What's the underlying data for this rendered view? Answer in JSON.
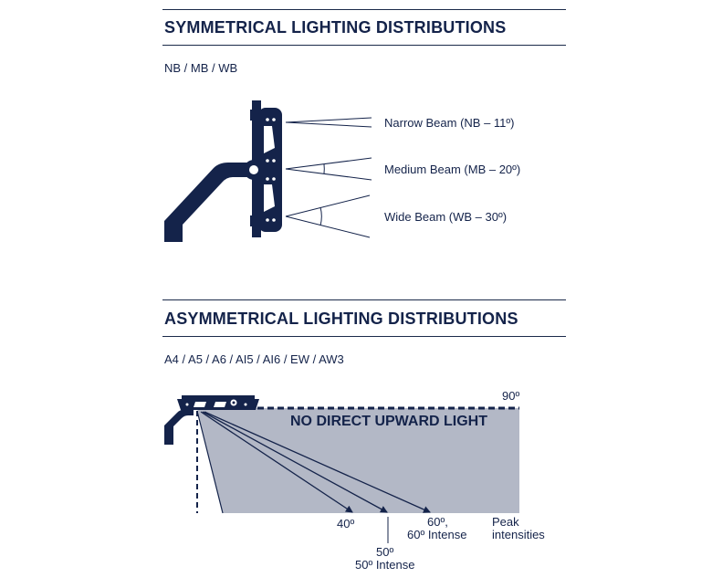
{
  "symmetrical": {
    "title": "SYMMETRICAL LIGHTING DISTRIBUTIONS",
    "subtitle": "NB / MB / WB",
    "beams": [
      {
        "label": "Narrow Beam (NB – 11º)"
      },
      {
        "label": "Medium Beam (MB – 20º)"
      },
      {
        "label": "Wide Beam (WB – 30º)"
      }
    ]
  },
  "asymmetrical": {
    "title": "ASYMMETRICAL LIGHTING DISTRIBUTIONS",
    "subtitle": "A4 / A5 / A6 / AI5 / AI6 / EW / AW3",
    "angle_90": "90º",
    "no_upward": "NO DIRECT UPWARD LIGHT",
    "peaks": {
      "p40": "40º",
      "p50_line1": "50º",
      "p50_line2": "50º Intense",
      "p60_line1": "60º,",
      "p60_line2": "60º Intense",
      "peak_line1": "Peak",
      "peak_line2": "intensities"
    }
  },
  "colors": {
    "navy": "#14234a",
    "shade": "#b3b8c6"
  }
}
